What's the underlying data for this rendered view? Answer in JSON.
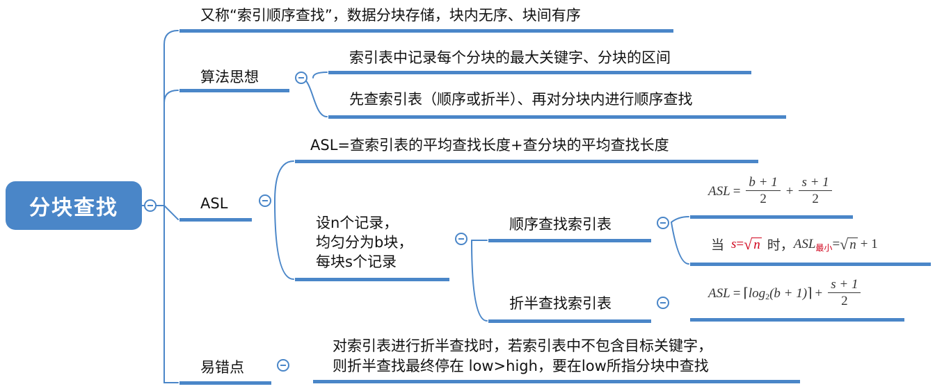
{
  "root": {
    "label": "分块查找"
  },
  "branches": {
    "definition": {
      "label": "又称“索引顺序查找”，数据分块存储，块内无序、块间有序"
    },
    "algorithm": {
      "label": "算法思想",
      "children": [
        "索引表中记录每个分块的最大关键字、分块的区间",
        "先查索引表（顺序或折半）、再对分块内进行顺序查找"
      ]
    },
    "asl": {
      "label": "ASL",
      "formula_label": "ASL=查索引表的平均查找长度+查分块的平均查找长度",
      "assumption": [
        "设n个记录，",
        "均匀分为b块，",
        "每块s个记录"
      ],
      "sequential": {
        "label": "顺序查找索引表",
        "formula": {
          "lhs": "ASL",
          "eq": "=",
          "frac1_num": "b + 1",
          "frac1_den": "2",
          "plus": "+",
          "frac2_num": "s + 1",
          "frac2_den": "2"
        },
        "condition": {
          "when": "当",
          "s_var": "s",
          "eq": "=",
          "n_var": "n",
          "time": "时，",
          "asl": "ASL",
          "min_sub": "最小",
          "eq2": "=",
          "n_var2": "n",
          "plus_one": "+ 1"
        }
      },
      "binary": {
        "label": "折半查找索引表",
        "formula": {
          "lhs": "ASL",
          "eq": "=",
          "ceil_open": "⌈",
          "log": "log",
          "log_sub": "2",
          "arg": "(b + 1)",
          "ceil_close": "⌉",
          "plus": "+",
          "frac_num": "s + 1",
          "frac_den": "2"
        }
      }
    },
    "pitfall": {
      "label": "易错点",
      "text": [
        "对索引表进行折半查找时，若索引表中不包含目标关键字，",
        "则折半查找最终停在 low>high，要在low所指分块中查找"
      ]
    }
  },
  "colors": {
    "accent": "#4a86c8",
    "highlight": "#d0021b"
  }
}
